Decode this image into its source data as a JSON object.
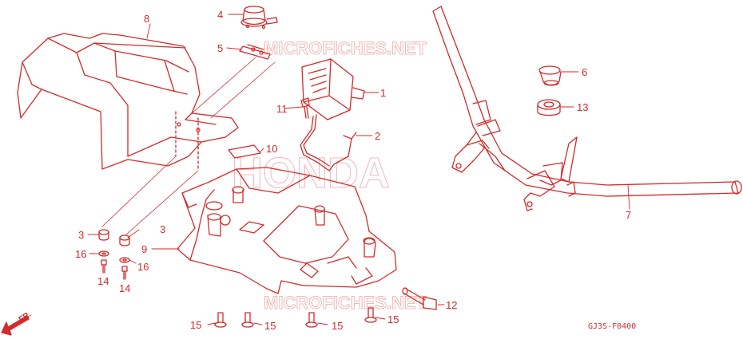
{
  "watermarks": {
    "top": "MICROFICHES.NET",
    "brand": "HONDA",
    "bottom": "MICROFICHES.NET"
  },
  "direction_label": "FR.",
  "drawing_code": "GJ3S-F0400",
  "callouts": {
    "c1": "1",
    "c2": "2",
    "c3a": "3",
    "c3b": "3",
    "c4": "4",
    "c5": "5",
    "c6": "6",
    "c7": "7",
    "c8": "8",
    "c9": "9",
    "c10": "10",
    "c11": "11",
    "c12": "12",
    "c13": "13",
    "c14a": "14",
    "c14b": "14",
    "c15a": "15",
    "c15b": "15",
    "c15c": "15",
    "c15d": "15",
    "c16a": "16",
    "c16b": "16"
  },
  "colors": {
    "line": "#d42a2a",
    "watermark": "#f0b8b8",
    "background": "#ffffff"
  }
}
